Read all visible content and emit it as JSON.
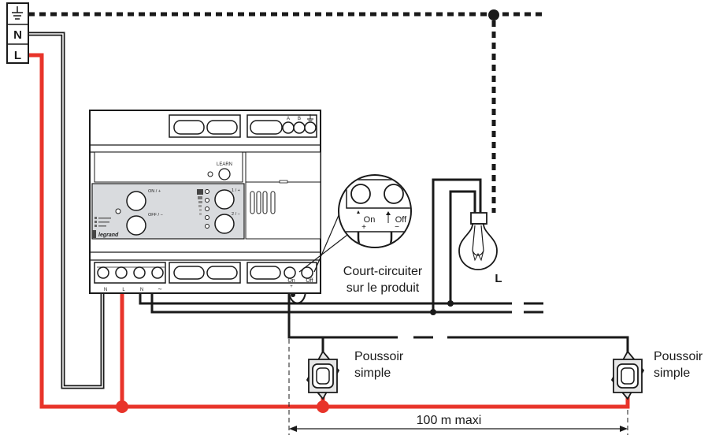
{
  "terminals_block": {
    "earth_symbol": "earth-ground-icon",
    "n_label": "N",
    "l_label": "L"
  },
  "module": {
    "top_terminals": {
      "a_label": "A",
      "b_label": "B",
      "earth_icon": "earth-ground-icon"
    },
    "learn_label": "LEARN",
    "on_label": "ON / +",
    "off_label": "OFF / −",
    "ch1_label": "1 / +",
    "ch2_label": "2 / −",
    "brand": "legrand",
    "bottom_left_terminals": [
      "N",
      "L",
      "N",
      "∼"
    ],
    "bottom_right_terminals": {
      "on_label": "On",
      "on_sign": "+",
      "off_label": "Off"
    }
  },
  "zoom_callout": {
    "on_label": "On",
    "on_sign": "+",
    "off_label": "Off",
    "off_sign": "−"
  },
  "short_circuit_note": [
    "Court-circuiter",
    "sur le produit"
  ],
  "lamp": {
    "label": "L",
    "icon": "light-bulb-icon"
  },
  "pushbutton_left": {
    "label": [
      "Poussoir",
      "simple"
    ],
    "icon": "pushbutton-icon"
  },
  "pushbutton_right": {
    "label": [
      "Poussoir",
      "simple"
    ],
    "icon": "pushbutton-icon"
  },
  "distance": {
    "label": "100 m maxi"
  },
  "colors": {
    "live": "#e8342a",
    "neutral": "#1a1a1a",
    "panel": "#d9dbde"
  }
}
